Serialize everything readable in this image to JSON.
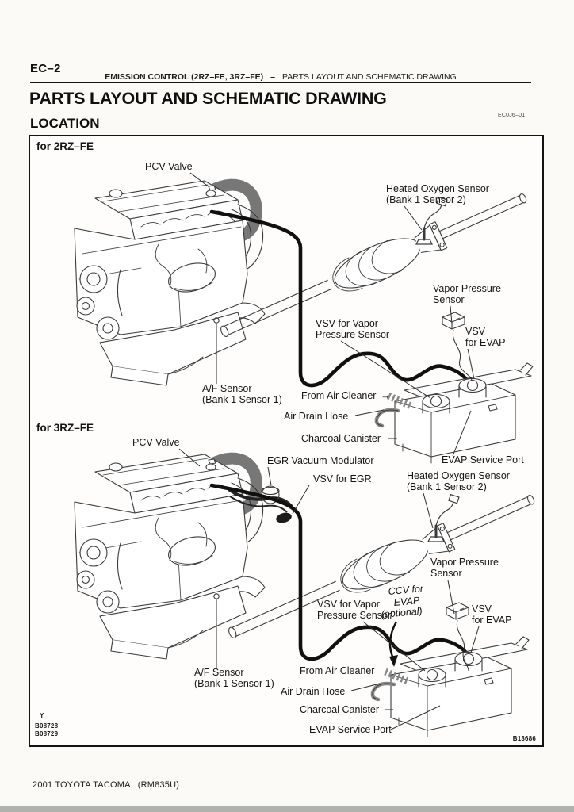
{
  "page": {
    "page_number": "EC–2",
    "running_header_left": "EMISSION CONTROL (2RZ–FE, 3RZ–FE)",
    "running_header_sep": "–",
    "running_header_right": "PARTS LAYOUT AND SCHEMATIC DRAWING",
    "title": "PARTS LAYOUT AND SCHEMATIC DRAWING",
    "subtitle": "LOCATION",
    "doc_code": "EC0J6–01",
    "footer": "2001 TOYOTA TACOMA   (RM835U)",
    "figure_codes": {
      "left_mark": "Y",
      "code1": "B08728",
      "code2": "B08729",
      "right_code": "B13686"
    }
  },
  "diagram_2rz": {
    "section_label": "for 2RZ–FE",
    "labels": {
      "pcv_valve": "PCV Valve",
      "heated_o2_line1": "Heated Oxygen Sensor",
      "heated_o2_line2": "(Bank 1 Sensor 2)",
      "vapor_pressure_line1": "Vapor Pressure",
      "vapor_pressure_line2": "Sensor",
      "vsv_vapor_line1": "VSV for Vapor",
      "vsv_vapor_line2": "Pressure Sensor",
      "vsv_evap_line1": "VSV",
      "vsv_evap_line2": "for EVAP",
      "from_air_cleaner": "From Air Cleaner",
      "from_air_cleaner_arrow": "→",
      "af_sensor_line1": "A/F Sensor",
      "af_sensor_line2": "(Bank 1 Sensor 1)",
      "air_drain_hose": "Air Drain Hose",
      "charcoal_canister": "Charcoal Canister",
      "evap_service_port": "EVAP Service Port"
    }
  },
  "diagram_3rz": {
    "section_label": "for 3RZ–FE",
    "labels": {
      "pcv_valve": "PCV Valve",
      "egr_vacuum_modulator": "EGR Vacuum Modulator",
      "vsv_egr": "VSV for EGR",
      "heated_o2_line1": "Heated Oxygen Sensor",
      "heated_o2_line2": "(Bank 1 Sensor 2)",
      "vapor_pressure_line1": "Vapor Pressure",
      "vapor_pressure_line2": "Sensor",
      "handwritten_line1": "CCV for",
      "handwritten_line2": "EVAP",
      "handwritten_line3": "(optional)",
      "vsv_vapor_line1": "VSV for Vapor",
      "vsv_vapor_line2": "Pressure Sensor",
      "vsv_evap_line1": "VSV",
      "vsv_evap_line2": "for EVAP",
      "from_air_cleaner": "From Air Cleaner",
      "af_sensor_line1": "A/F Sensor",
      "af_sensor_line2": "(Bank 1 Sensor 1)",
      "air_drain_hose": "Air Drain Hose",
      "charcoal_canister": "Charcoal Canister",
      "evap_service_port": "EVAP Service Port"
    }
  }
}
